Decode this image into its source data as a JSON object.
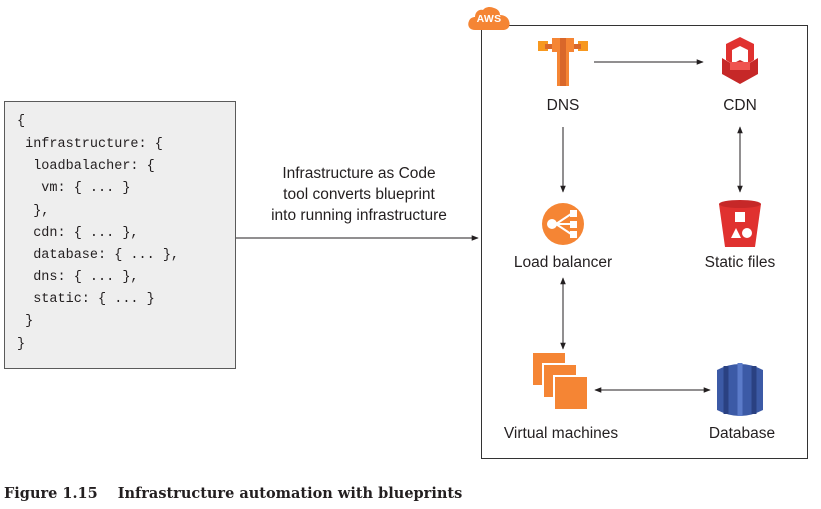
{
  "blueprint": {
    "lines": [
      "{",
      " infrastructure: {",
      "  loadbalacher: {",
      "   vm: { ... }",
      "  },",
      "  cdn: { ... },",
      "  database: { ... },",
      "  dns: { ... },",
      "  static: { ... }",
      " }",
      "}"
    ]
  },
  "flow_label": {
    "lines": [
      "Infrastructure as Code",
      "tool converts blueprint",
      "into running infrastructure"
    ]
  },
  "aws": {
    "badge": "AWS",
    "nodes": {
      "dns": "DNS",
      "cdn": "CDN",
      "load_balancer": "Load balancer",
      "static_files": "Static files",
      "virtual_machines": "Virtual machines",
      "database": "Database"
    }
  },
  "caption": {
    "number": "Figure 1.15",
    "text": "Infrastructure automation with blueprints"
  },
  "colors": {
    "aws_orange": "#f58534",
    "route53_orange": "#f7981f",
    "cdn_red": "#e0312f",
    "s3_red": "#e0312f",
    "db_blue": "#3c5aa6",
    "blueprint_bg": "#eeeeee"
  },
  "icons": {
    "dns": "route53-icon",
    "cdn": "cloudfront-icon",
    "load_balancer": "elastic-load-balancer-icon",
    "static_files": "s3-bucket-icon",
    "virtual_machines": "ec2-instances-icon",
    "database": "rds-database-icon"
  }
}
